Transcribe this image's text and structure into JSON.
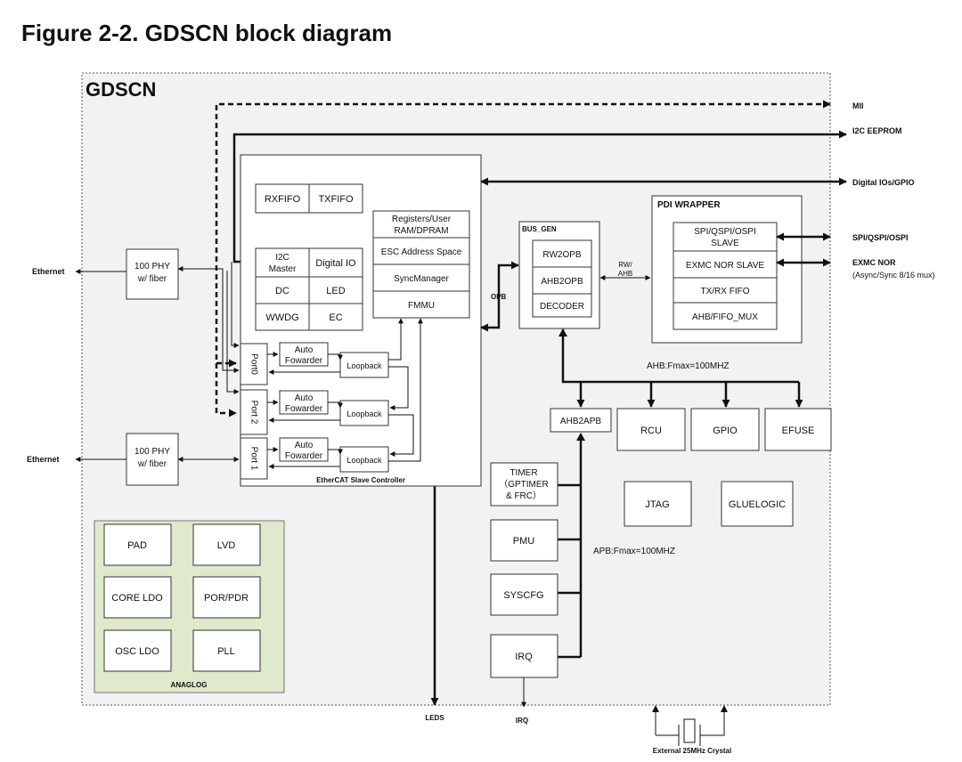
{
  "title": "Figure 2-2. GDSCN block diagram",
  "chip": "GDSCN",
  "esc": {
    "label": "EtherCAT Slave Controller",
    "rxfifo": "RXFIFO",
    "txfifo": "TXFIFO",
    "i2c_master": [
      "I2C",
      "Master"
    ],
    "digital_io": "Digital IO",
    "dc": "DC",
    "led": "LED",
    "wwdg": "WWDG",
    "ec": "EC",
    "registers": [
      "Registers/User",
      "RAM/DPRAM"
    ],
    "esc_addr": "ESC Address Space",
    "syncmanager": "SyncManager",
    "fmmu": "FMMU",
    "ports": [
      "Port0",
      "Port 2",
      "Port 1"
    ],
    "auto_forwarder": [
      "Auto",
      "Fowarder"
    ],
    "loopback": "Loopback"
  },
  "phy": {
    "label": [
      "100 PHY",
      "w/ fiber"
    ],
    "ethernet": "Ethernet"
  },
  "bus_gen": {
    "label": "BUS_GEN",
    "items": [
      "RW2OPB",
      "AHB2OPB",
      "DECODER"
    ]
  },
  "opb": "OPB",
  "rw_ahb": [
    "RW/",
    "AHB"
  ],
  "pdi": {
    "label": "PDI WRAPPER",
    "spi_slave": [
      "SPI/QSPI/OSPI",
      "SLAVE"
    ],
    "exmc": "EXMC NOR SLAVE",
    "txrx": "TX/RX FIFO",
    "mux": "AHB/FIFO_MUX"
  },
  "ahb_label": "AHB:Fmax=100MHZ",
  "apb_label": "APB:Fmax=100MHZ",
  "ahb_periph": [
    "RCU",
    "GPIO",
    "EFUSE"
  ],
  "ahb2apb": "AHB2APB",
  "timer": [
    "TIMER",
    "（GPTIMER",
    "& FRC）"
  ],
  "apb_periph": [
    "PMU",
    "SYSCFG",
    "IRQ"
  ],
  "jtag": "JTAG",
  "gluelogic": "GLUELOGIC",
  "analog": {
    "label": "ANAGLOG",
    "items": [
      "PAD",
      "LVD",
      "CORE LDO",
      "POR/PDR",
      "OSC LDO",
      "PLL"
    ]
  },
  "external": {
    "mii": "MII",
    "i2c_eeprom": "I2C EEPROM",
    "digital_io": "Digital IOs/GPIO",
    "spi": "SPI/QSPI/OSPI",
    "exmc_nor": "EXMC NOR",
    "exmc_nor_sub": "(Async/Sync 8/16 mux)",
    "leds": "LEDS",
    "irq": "IRQ",
    "crystal": "External 25MHz Crystal"
  },
  "colors": {
    "chip_bg": "#f2f2f2",
    "analog_bg": "#dfe9cc",
    "line": "#111111"
  }
}
